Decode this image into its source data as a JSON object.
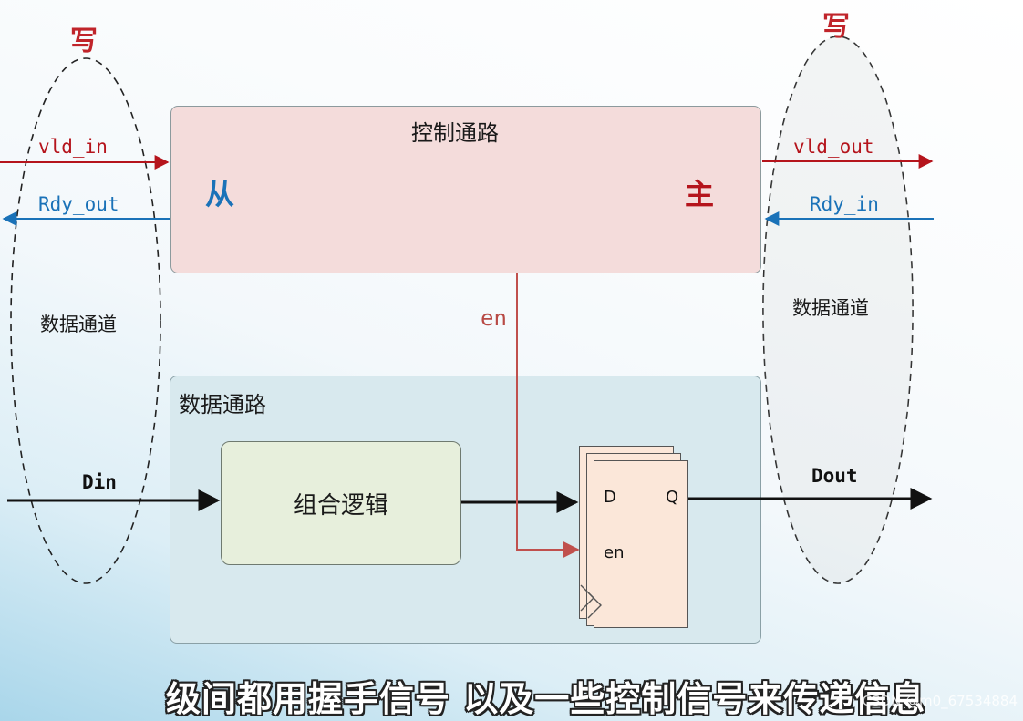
{
  "control_path": {
    "title": "控制通路",
    "slave_label": "从",
    "master_label": "主"
  },
  "data_path": {
    "title": "数据通路",
    "comb_logic": "组合逻辑"
  },
  "left_interface": {
    "write_label": "写",
    "vld_signal": "vld_in",
    "rdy_signal": "Rdy_out",
    "channel_label": "数据通道",
    "data_signal": "Din"
  },
  "right_interface": {
    "write_label": "写",
    "vld_signal": "vld_out",
    "rdy_signal": "Rdy_in",
    "channel_label": "数据通道",
    "data_signal": "Dout"
  },
  "enable_signal": "en",
  "flip_flop": {
    "d_label": "D",
    "q_label": "Q",
    "en_label": "en"
  },
  "subtitle": "级间都用握手信号  以及一些控制信号来传递信息",
  "watermark": "CSDN @m0_67534884",
  "colors": {
    "valid": "#b5141c",
    "ready": "#1a72b8",
    "enable": "#c0504d",
    "data": "#111111"
  }
}
